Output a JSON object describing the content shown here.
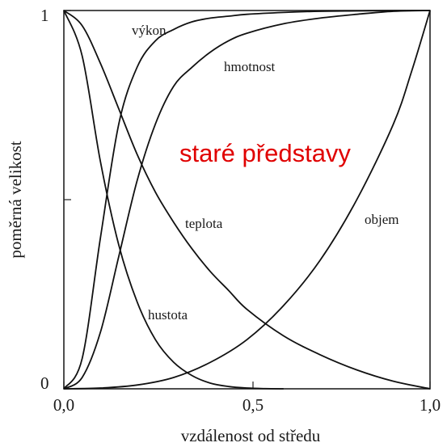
{
  "chart_data": {
    "type": "line",
    "title": "staré představy",
    "title_color": "#e00000",
    "xlabel": "vzdálenost od středu",
    "ylabel": "poměrná velikost",
    "xlim": [
      0,
      1
    ],
    "ylim": [
      0,
      1
    ],
    "x_ticks": [
      "0,0",
      "0,5",
      "1,0"
    ],
    "y_ticks": [
      "0",
      "1"
    ],
    "grid": false,
    "legend": "none",
    "series": [
      {
        "name": "výkon",
        "x": [
          0,
          0.05,
          0.1,
          0.15,
          0.2,
          0.25,
          0.3,
          0.35,
          0.4,
          0.45,
          0.5,
          0.6,
          0.7,
          0.8,
          0.9,
          1.0
        ],
        "y": [
          0,
          0.08,
          0.4,
          0.7,
          0.85,
          0.92,
          0.95,
          0.97,
          0.98,
          0.985,
          0.99,
          0.995,
          0.998,
          0.999,
          1.0,
          1.0
        ]
      },
      {
        "name": "hmotnost",
        "x": [
          0,
          0.05,
          0.1,
          0.15,
          0.2,
          0.25,
          0.3,
          0.35,
          0.4,
          0.45,
          0.5,
          0.6,
          0.7,
          0.8,
          0.9,
          1.0
        ],
        "y": [
          0,
          0.03,
          0.15,
          0.35,
          0.55,
          0.7,
          0.8,
          0.85,
          0.89,
          0.92,
          0.94,
          0.965,
          0.98,
          0.99,
          0.998,
          1.0
        ]
      },
      {
        "name": "teplota",
        "x": [
          0,
          0.05,
          0.1,
          0.15,
          0.2,
          0.25,
          0.3,
          0.35,
          0.4,
          0.45,
          0.5,
          0.6,
          0.7,
          0.8,
          0.9,
          1.0
        ],
        "y": [
          1.0,
          0.96,
          0.86,
          0.74,
          0.62,
          0.52,
          0.44,
          0.37,
          0.31,
          0.26,
          0.21,
          0.14,
          0.09,
          0.05,
          0.02,
          0.0
        ]
      },
      {
        "name": "hustota",
        "x": [
          0,
          0.05,
          0.1,
          0.15,
          0.2,
          0.25,
          0.3,
          0.35,
          0.4,
          0.45,
          0.5,
          0.55,
          0.6
        ],
        "y": [
          1.0,
          0.88,
          0.6,
          0.38,
          0.23,
          0.13,
          0.07,
          0.035,
          0.015,
          0.006,
          0.002,
          0.0005,
          0.0
        ]
      },
      {
        "name": "objem",
        "x": [
          0,
          0.1,
          0.2,
          0.3,
          0.4,
          0.5,
          0.6,
          0.7,
          0.8,
          0.9,
          0.95,
          1.0
        ],
        "y": [
          0,
          0.002,
          0.01,
          0.03,
          0.07,
          0.13,
          0.22,
          0.34,
          0.5,
          0.7,
          0.84,
          1.0
        ]
      }
    ]
  }
}
